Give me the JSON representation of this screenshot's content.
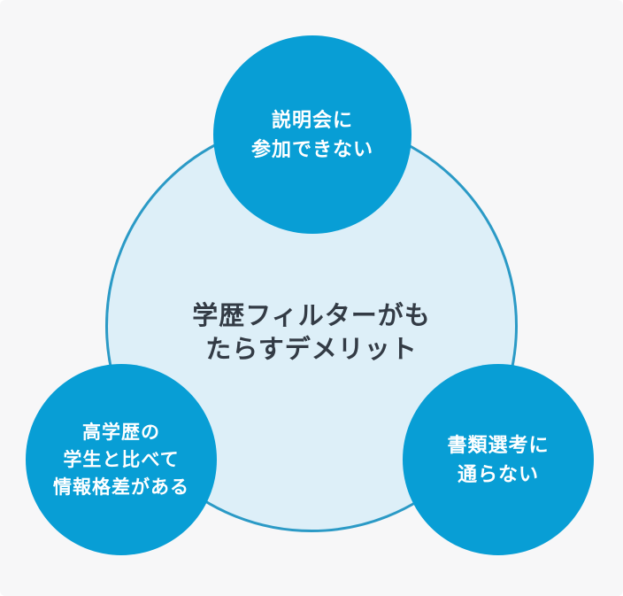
{
  "diagram": {
    "type": "venn-style concept diagram",
    "colors": {
      "background": "#f7f7f8",
      "node_fill": "#089ed5",
      "center_fill": "#ddeff8",
      "center_outline": "#2b9ac6",
      "title_text": "#333b45",
      "node_text": "#ffffff"
    },
    "center": {
      "title_lines": [
        "学歴フィルターがも",
        "たらすデメリット"
      ]
    },
    "nodes": [
      {
        "id": "top",
        "lines": [
          "説明会に",
          "参加できない"
        ]
      },
      {
        "id": "bottom-left",
        "lines": [
          "高学歴の",
          "学生と比べて",
          "情報格差がある"
        ]
      },
      {
        "id": "bottom-right",
        "lines": [
          "書類選考に",
          "通らない"
        ]
      }
    ]
  }
}
